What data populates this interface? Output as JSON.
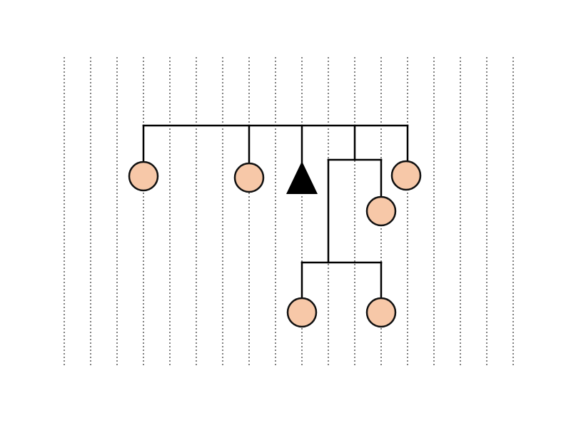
{
  "diagram": {
    "type": "tree",
    "colors": {
      "background": "#ffffff",
      "grid": "#000000",
      "edge": "#000000",
      "circle_fill": "#f7c8a8",
      "circle_stroke": "#111111",
      "triangle_fill": "#000000"
    },
    "node_shapes": {
      "circle": "circle-node",
      "triangle": "triangle-node"
    },
    "leaf_order": [
      "circle",
      "circle",
      "triangle",
      "circle",
      "circle",
      "circle",
      "circle"
    ],
    "structure": {
      "root": [
        "leaf-1",
        "leaf-2",
        "leaf-3-triangle",
        "inner-clade",
        "leaf-7"
      ],
      "inner-clade": [
        "nested-clade",
        "leaf-6"
      ],
      "nested-clade": [
        "leaf-4",
        "leaf-5"
      ]
    }
  }
}
